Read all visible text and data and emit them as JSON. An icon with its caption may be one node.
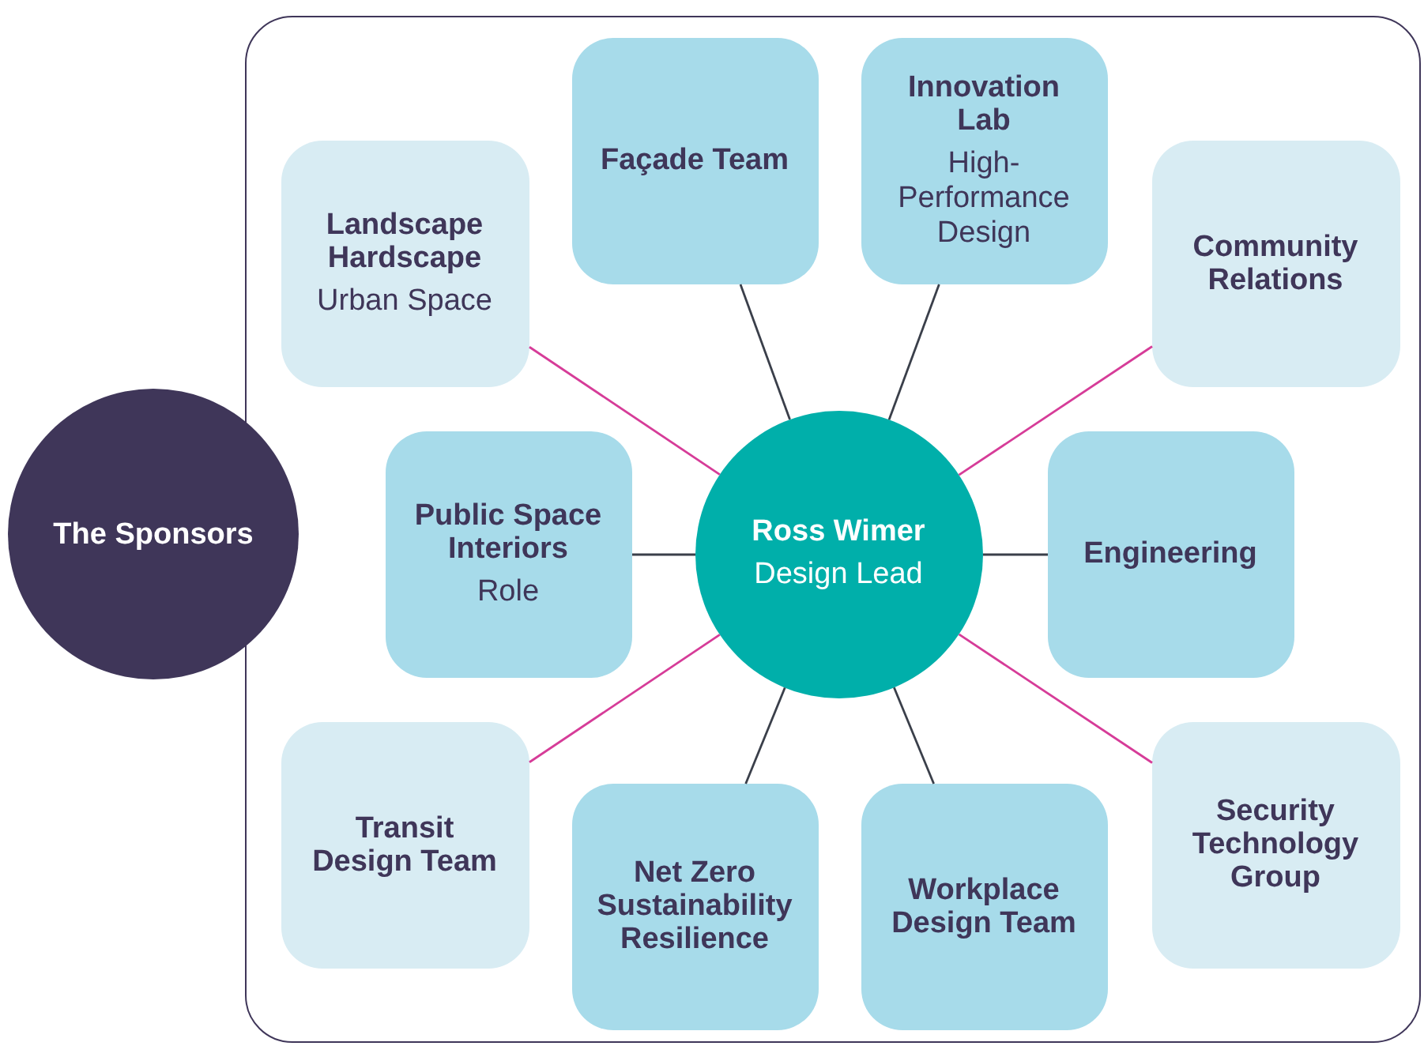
{
  "diagram": {
    "nodes": [
      {
        "text": [
          "The Sponsors"
        ]
      },
      {
        "text": [],
        "shape": "box"
      },
      {
        "text": [
          "Landscape Hardscape",
          "Urban Space"
        ],
        "in": 1
      },
      {
        "text": [
          "Façade Team"
        ],
        "in": 1
      },
      {
        "text": [
          "Innovation Lab",
          "High-Performance Design"
        ],
        "in": 1
      },
      {
        "text": [
          "Community Relations"
        ],
        "in": 1
      },
      {
        "text": [
          "Public Space Interiors",
          "Role"
        ],
        "in": 1
      },
      {
        "text": [
          "Ross Wimer",
          "Design Lead"
        ],
        "in": 1
      },
      {
        "text": [
          "Engineering"
        ],
        "in": 1
      },
      {
        "text": [
          "Transit Design Team"
        ],
        "in": 1
      },
      {
        "text": [
          "Net Zero Sustainability Resilience"
        ],
        "in": 1
      },
      {
        "text": [
          "Workplace Design Team"
        ],
        "in": 1
      },
      {
        "text": [
          "Security Technology Group"
        ],
        "in": 1
      }
    ],
    "edges": [
      {
        "from": 7,
        "to": 2,
        "arrow": "none",
        "color": "#d63c98"
      },
      {
        "from": 7,
        "to": 3,
        "arrow": "none"
      },
      {
        "from": 7,
        "to": 4,
        "arrow": "none"
      },
      {
        "from": 7,
        "to": 5,
        "arrow": "none",
        "color": "#d63c98"
      },
      {
        "from": 7,
        "to": 6,
        "arrow": "none"
      },
      {
        "from": 7,
        "to": 8,
        "arrow": "none"
      },
      {
        "from": 7,
        "to": 9,
        "arrow": "none",
        "color": "#d63c98"
      },
      {
        "from": 7,
        "to": 10,
        "arrow": "none"
      },
      {
        "from": 7,
        "to": 11,
        "arrow": "none"
      },
      {
        "from": 7,
        "to": 12,
        "arrow": "none",
        "color": "#d63c98"
      }
    ]
  }
}
